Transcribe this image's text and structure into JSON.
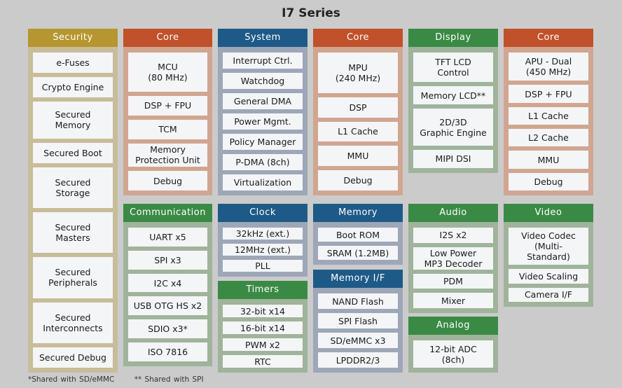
{
  "title": "I7 Series",
  "colors": {
    "security": "#b5962f",
    "core": "#c0512a",
    "system": "#1e5a87",
    "peripheral": "#3a8a45",
    "background": "#cbcbcb"
  },
  "blocks": [
    {
      "id": "security",
      "title": "Security",
      "items": [
        "e-Fuses",
        "Crypto Engine",
        "Secured\nMemory",
        "Secured Boot",
        "Secured\nStorage",
        "Secured\nMasters",
        "Secured\nPeripherals",
        "Secured\nInterconnects",
        "Secured Debug"
      ]
    },
    {
      "id": "core-mcu",
      "title": "Core",
      "items": [
        "MCU\n(80 MHz)",
        "DSP + FPU",
        "TCM",
        "Memory\nProtection Unit",
        "Debug"
      ]
    },
    {
      "id": "communication",
      "title": "Communication",
      "items": [
        "UART x5",
        "SPI x3",
        "I2C x4",
        "USB OTG HS x2",
        "SDIO x3*",
        "ISO 7816"
      ]
    },
    {
      "id": "system",
      "title": "System",
      "items": [
        "Interrupt Ctrl.",
        "Watchdog",
        "General DMA",
        "Power Mgmt.",
        "Policy Manager",
        "P-DMA (8ch)",
        "Virtualization"
      ]
    },
    {
      "id": "clock",
      "title": "Clock",
      "items": [
        "32kHz (ext.)",
        "12MHz (ext.)",
        "PLL"
      ]
    },
    {
      "id": "timers",
      "title": "Timers",
      "items": [
        "32-bit x14",
        "16-bit x14",
        "PWM x2",
        "RTC"
      ]
    },
    {
      "id": "core-mpu",
      "title": "Core",
      "items": [
        "MPU\n(240 MHz)",
        "DSP",
        "L1 Cache",
        "MMU",
        "Debug"
      ]
    },
    {
      "id": "memory",
      "title": "Memory",
      "items": [
        "Boot ROM",
        "SRAM (1.2MB)"
      ]
    },
    {
      "id": "memory-if",
      "title": "Memory I/F",
      "items": [
        "NAND Flash",
        "SPI Flash",
        "SD/eMMC x3",
        "LPDDR2/3"
      ]
    },
    {
      "id": "display",
      "title": "Display",
      "items": [
        "TFT LCD\nControl",
        "Memory LCD**",
        "2D/3D\nGraphic Engine",
        "MIPI DSI"
      ]
    },
    {
      "id": "audio",
      "title": "Audio",
      "items": [
        "I2S x2",
        "Low Power\nMP3 Decoder",
        "PDM",
        "Mixer"
      ]
    },
    {
      "id": "analog",
      "title": "Analog",
      "items": [
        "12-bit ADC\n(8ch)"
      ]
    },
    {
      "id": "core-apu",
      "title": "Core",
      "items": [
        "APU - Dual\n(450 MHz)",
        "DSP + FPU",
        "L1 Cache",
        "L2 Cache",
        "MMU",
        "Debug"
      ]
    },
    {
      "id": "video",
      "title": "Video",
      "items": [
        "Video Codec\n(Multi-\nStandard)",
        "Video Scaling",
        "Camera I/F"
      ]
    }
  ],
  "footnotes": [
    "*Shared with SD/eMMC",
    "** Shared with SPI"
  ]
}
